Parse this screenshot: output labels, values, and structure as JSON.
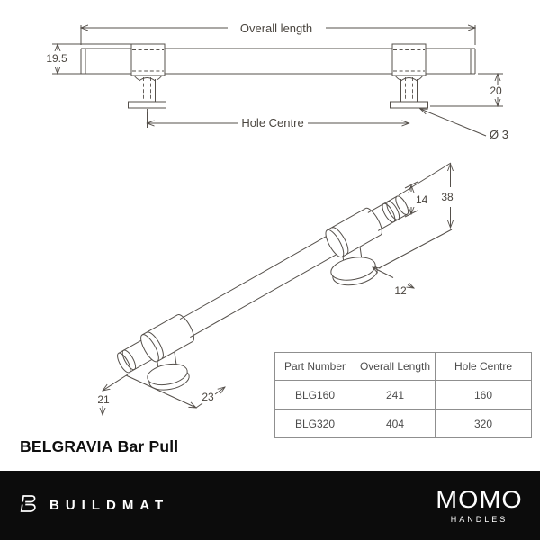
{
  "front_view": {
    "overall_length_label": "Overall length",
    "hole_centre_label": "Hole Centre",
    "dim_height": "19.5",
    "dim_post_height": "20",
    "dim_screw_diameter": "Ø 3"
  },
  "iso_view": {
    "dim_bar_diameter": "14",
    "dim_projection": "38",
    "dim_stem_diameter": "12",
    "dim_end_offset": "21",
    "dim_base_diameter": "23"
  },
  "product": {
    "series": "BELGRAVIA",
    "name": " Bar Pull"
  },
  "spec_table": {
    "headers": [
      "Part Number",
      "Overall Length",
      "Hole Centre"
    ],
    "rows": [
      [
        "BLG160",
        "241",
        "160"
      ],
      [
        "BLG320",
        "404",
        "320"
      ]
    ]
  },
  "footer": {
    "buildmat_wordmark": "BUILDMAT",
    "momo_wordmark": "MOMO",
    "momo_sub": "HANDLES"
  },
  "colors": {
    "line": "#55504b",
    "footer_bg": "#0c0c0c",
    "table_border": "#8f8f8f"
  }
}
